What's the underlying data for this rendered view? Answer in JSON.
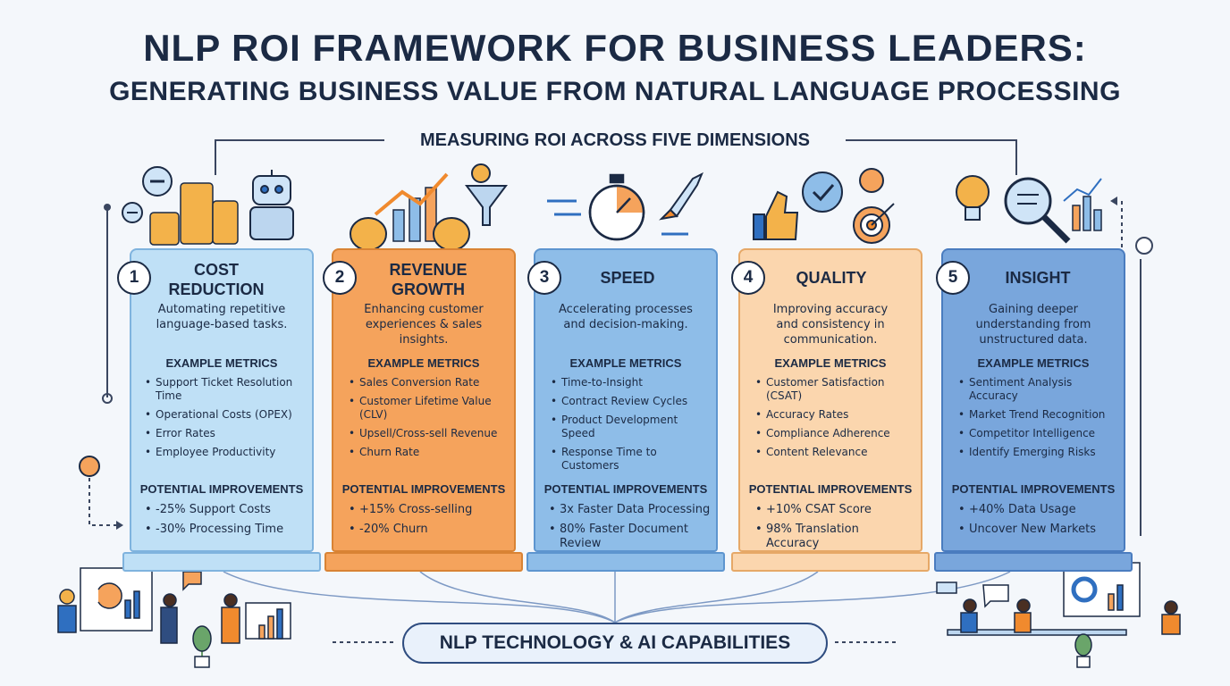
{
  "header": {
    "title": "NLP ROI FRAMEWORK FOR BUSINESS LEADERS:",
    "subtitle": "GENERATING BUSINESS VALUE FROM NATURAL LANGUAGE PROCESSING",
    "dimensions_label": "MEASURING ROI ACROSS FIVE DIMENSIONS"
  },
  "section_labels": {
    "metrics": "EXAMPLE METRICS",
    "improvements": "POTENTIAL IMPROVEMENTS"
  },
  "pillars": [
    {
      "number": "1",
      "title": [
        "COST",
        "REDUCTION"
      ],
      "description": [
        "Automating repetitive",
        "language-based tasks."
      ],
      "metrics": [
        "Support Ticket Resolution Time",
        "Operational Costs (OPEX)",
        "Error Rates",
        "Employee Productivity"
      ],
      "improvements": [
        "-25% Support Costs",
        "-30% Processing Time"
      ],
      "color": "#bfe0f6"
    },
    {
      "number": "2",
      "title": [
        "REVENUE",
        "GROWTH"
      ],
      "description": [
        "Enhancing customer",
        "experiences & sales",
        "insights."
      ],
      "metrics": [
        "Sales Conversion Rate",
        "Customer Lifetime Value (CLV)",
        "Upsell/Cross-sell Revenue",
        "Churn Rate"
      ],
      "improvements": [
        "+15% Cross-selling",
        "-20% Churn"
      ],
      "color": "#f5a35c"
    },
    {
      "number": "3",
      "title": [
        "SPEED"
      ],
      "description": [
        "Accelerating processes",
        "and decision-making."
      ],
      "metrics": [
        "Time-to-Insight",
        "Contract Review Cycles",
        "Product Development Speed",
        "Response Time to Customers"
      ],
      "improvements": [
        "3x Faster Data Processing",
        "80% Faster Document Review"
      ],
      "color": "#8ebde8"
    },
    {
      "number": "4",
      "title": [
        "QUALITY"
      ],
      "description": [
        "Improving accuracy",
        "and consistency in",
        "communication."
      ],
      "metrics": [
        "Customer Satisfaction (CSAT)",
        "Accuracy Rates",
        "Compliance Adherence",
        "Content Relevance"
      ],
      "improvements": [
        "+10% CSAT Score",
        "98% Translation Accuracy"
      ],
      "color": "#fbd6ae"
    },
    {
      "number": "5",
      "title": [
        "INSIGHT"
      ],
      "description": [
        "Gaining deeper",
        "understanding from",
        "unstructured data."
      ],
      "metrics": [
        "Sentiment Analysis Accuracy",
        "Market Trend Recognition",
        "Competitor Intelligence",
        "Identify Emerging Risks"
      ],
      "improvements": [
        "+40% Data Usage",
        "Uncover New Markets"
      ],
      "color": "#79a6dc"
    }
  ],
  "footer": {
    "label": "NLP TECHNOLOGY & AI CAPABILITIES"
  },
  "colors": {
    "dark_navy": "#1b2a44",
    "blue_accent": "#2f6fc0",
    "orange_accent": "#f08a2e"
  }
}
